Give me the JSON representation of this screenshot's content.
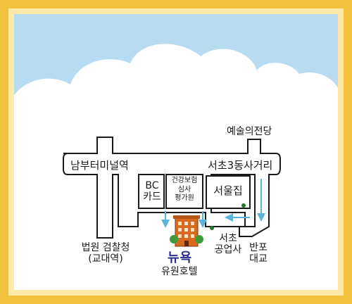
{
  "colors": {
    "frame": "#f2c23f",
    "frame_inner": "#fde9a8",
    "sky": "#b7dcf1",
    "cloud": "#ffffff",
    "road_stroke": "#1a1a1a",
    "route_arrow": "#5bb4d8",
    "dot": "#1e7a2c",
    "brand_text": "#2a2f8f",
    "hotel_body": "#d86a1f"
  },
  "map": {
    "labels": {
      "arts_center": "예술의전당",
      "nambu_terminal": "남부터미널역",
      "seocho3_intersection": "서초3동사거리",
      "bc_card": "BC\n카드",
      "health_insurance": "건강보험\n심사\n평가원",
      "seoul_jip": "서울집",
      "court": "법원  검찰청\n(교대역)",
      "seocho_office": "서초\n공업사",
      "banpo_bridge": "반포\n대교",
      "brand_logo": "뉴욕",
      "hotel_name": "유원호텔"
    },
    "icons": {
      "hotel": "hotel-building-icon",
      "marker": "location-dot-icon",
      "route": "route-arrow-icon"
    }
  }
}
